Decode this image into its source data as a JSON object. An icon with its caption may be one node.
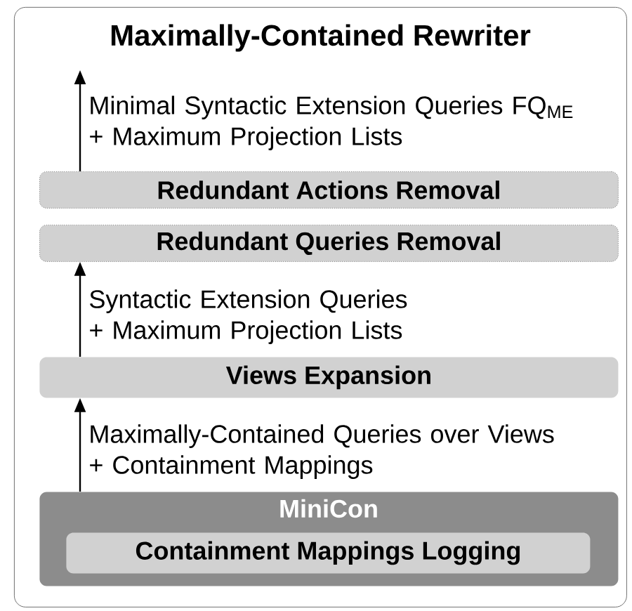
{
  "diagram": {
    "nodes": [
      {
        "text": [
          "Maximally-Contained Rewriter"
        ]
      },
      {
        "text": [
          "Redundant Actions Removal"
        ],
        "in": 0
      },
      {
        "text": [
          "Redundant Queries Removal"
        ],
        "in": 0
      },
      {
        "text": [
          "Views Expansion"
        ],
        "in": 0
      },
      {
        "text": [
          "MiniCon"
        ],
        "in": 0
      },
      {
        "text": [
          "Containment Mappings Logging"
        ],
        "in": 4
      }
    ],
    "edges": [
      {
        "from": 1,
        "to": null,
        "arrow": "to",
        "label": "Minimal Syntactic Extension Queries FQ$_{ME}$ + Maximum Projection Lists"
      },
      {
        "from": 3,
        "to": 2,
        "arrow": "to",
        "label": "Syntactic Extension Queries + Maximum Projection Lists"
      },
      {
        "from": 4,
        "to": 3,
        "arrow": "to",
        "label": "Maximally-Contained Queries over Views + Containment Mappings"
      }
    ]
  }
}
